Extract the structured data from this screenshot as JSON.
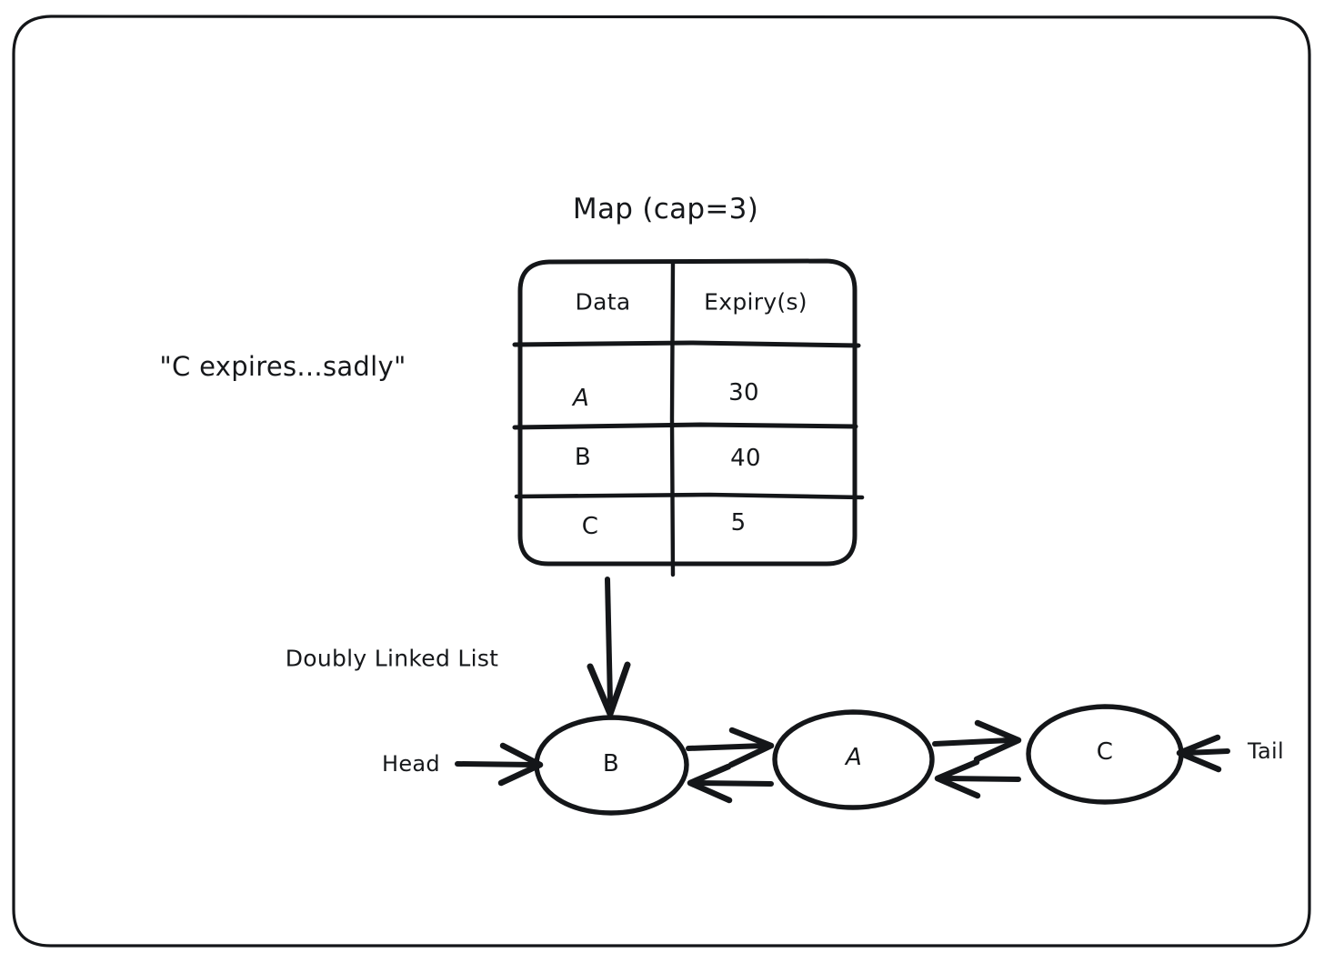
{
  "frame": {
    "name": "whiteboard-frame",
    "stroke_color": "#141619",
    "background": "#ffffff"
  },
  "annotation": {
    "quote": "\"C expires...sadly\""
  },
  "map_section": {
    "title": "Map (cap=3)",
    "table": {
      "columns": [
        "Data",
        "Expiry(s)"
      ],
      "rows": [
        {
          "data": "A",
          "expiry": "30"
        },
        {
          "data": "B",
          "expiry": "40"
        },
        {
          "data": "C",
          "expiry": "5"
        }
      ]
    }
  },
  "list_section": {
    "label": "Doubly Linked List",
    "head_label": "Head",
    "tail_label": "Tail",
    "nodes": [
      {
        "id": "node-b",
        "label": "B"
      },
      {
        "id": "node-a",
        "label": "A"
      },
      {
        "id": "node-c",
        "label": "C"
      }
    ]
  },
  "icons": {
    "down_arrow": "arrow-down-icon",
    "forward_arrow": "arrow-right-icon",
    "backward_arrow": "arrow-left-icon",
    "head_arrow": "arrow-right-icon",
    "tail_arrow": "arrow-left-icon"
  }
}
